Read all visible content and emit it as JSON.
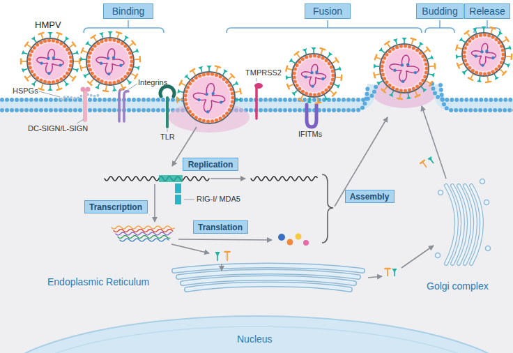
{
  "diagram": {
    "nodes": [
      {
        "text": [
          "Binding"
        ]
      },
      {
        "text": [
          "Fusion"
        ]
      },
      {
        "text": [
          "Budding"
        ]
      },
      {
        "text": [
          "Release"
        ]
      },
      {
        "text": [
          "Replication"
        ]
      },
      {
        "text": [
          "Assembly"
        ]
      },
      {
        "text": [
          "Transcription"
        ]
      },
      {
        "text": [
          "Translation"
        ]
      }
    ],
    "labels": [
      "HMPV",
      "HSPGs",
      "Integrins",
      "TMPRSS2",
      "DC-SIGN/L-SIGN",
      "TLR",
      "IFITMs",
      "RIG-I/ MDA5",
      "Endoplasmic Reticulum",
      "Golgi complex",
      "Nucleus"
    ]
  }
}
